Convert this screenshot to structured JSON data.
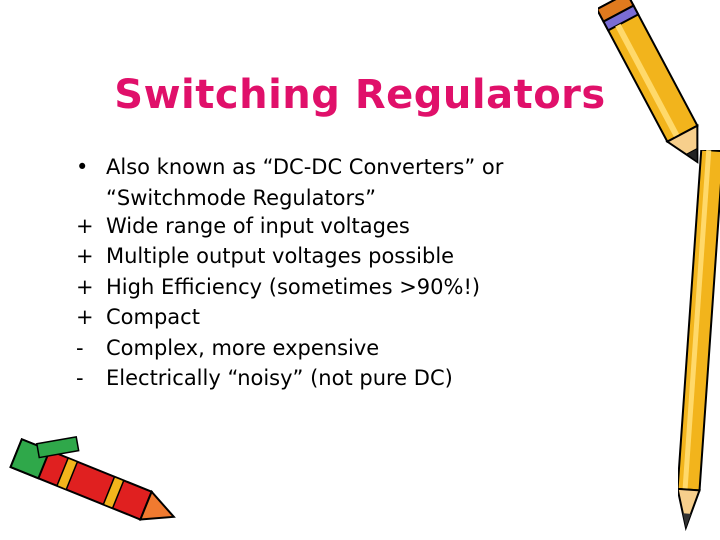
{
  "title": "Switching Regulators",
  "colors": {
    "title": "#e0106a",
    "pencil_body": "#f2b41c",
    "pencil_band": "#7a6dd6",
    "pencil_tip": "#f07a30",
    "crayon_red": "#e02020",
    "crayon_green": "#2fa84a"
  },
  "bullets": [
    {
      "marker": "•",
      "text": "Also known as “DC-DC Converters” or",
      "continuation": "“Switchmode Regulators”"
    },
    {
      "marker": "+",
      "text": "Wide range of input voltages"
    },
    {
      "marker": "+",
      "text": "Multiple output voltages possible"
    },
    {
      "marker": "+",
      "text": "High Efficiency (sometimes >90%!)"
    },
    {
      "marker": "+",
      "text": "Compact"
    },
    {
      "marker": "-",
      "text": "Complex, more expensive"
    },
    {
      "marker": "-",
      "text": "Electrically “noisy” (not pure DC)"
    }
  ],
  "icons": [
    "pencil-icon",
    "pencil-icon",
    "crayon-icon"
  ]
}
